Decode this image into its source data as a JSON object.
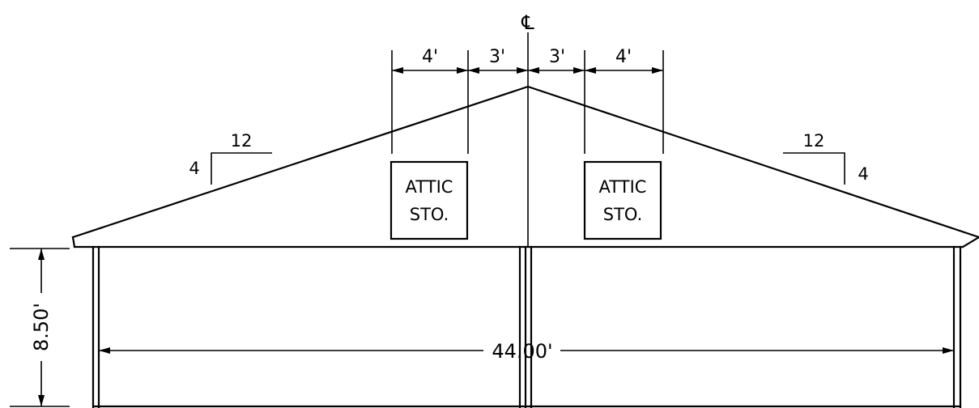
{
  "centerline": {
    "symbol": "℄"
  },
  "top_dimensions": {
    "left_outer": "4'",
    "left_inner": "3'",
    "right_inner": "3'",
    "right_outer": "4'"
  },
  "pitch_left": {
    "run": "12",
    "rise": "4"
  },
  "pitch_right": {
    "run": "12",
    "rise": "4"
  },
  "rooms": [
    {
      "line1": "ATTIC",
      "line2": "STO."
    },
    {
      "line1": "ATTIC",
      "line2": "STO."
    }
  ],
  "wall_height": "8.50'",
  "overall_width": "44.00'"
}
